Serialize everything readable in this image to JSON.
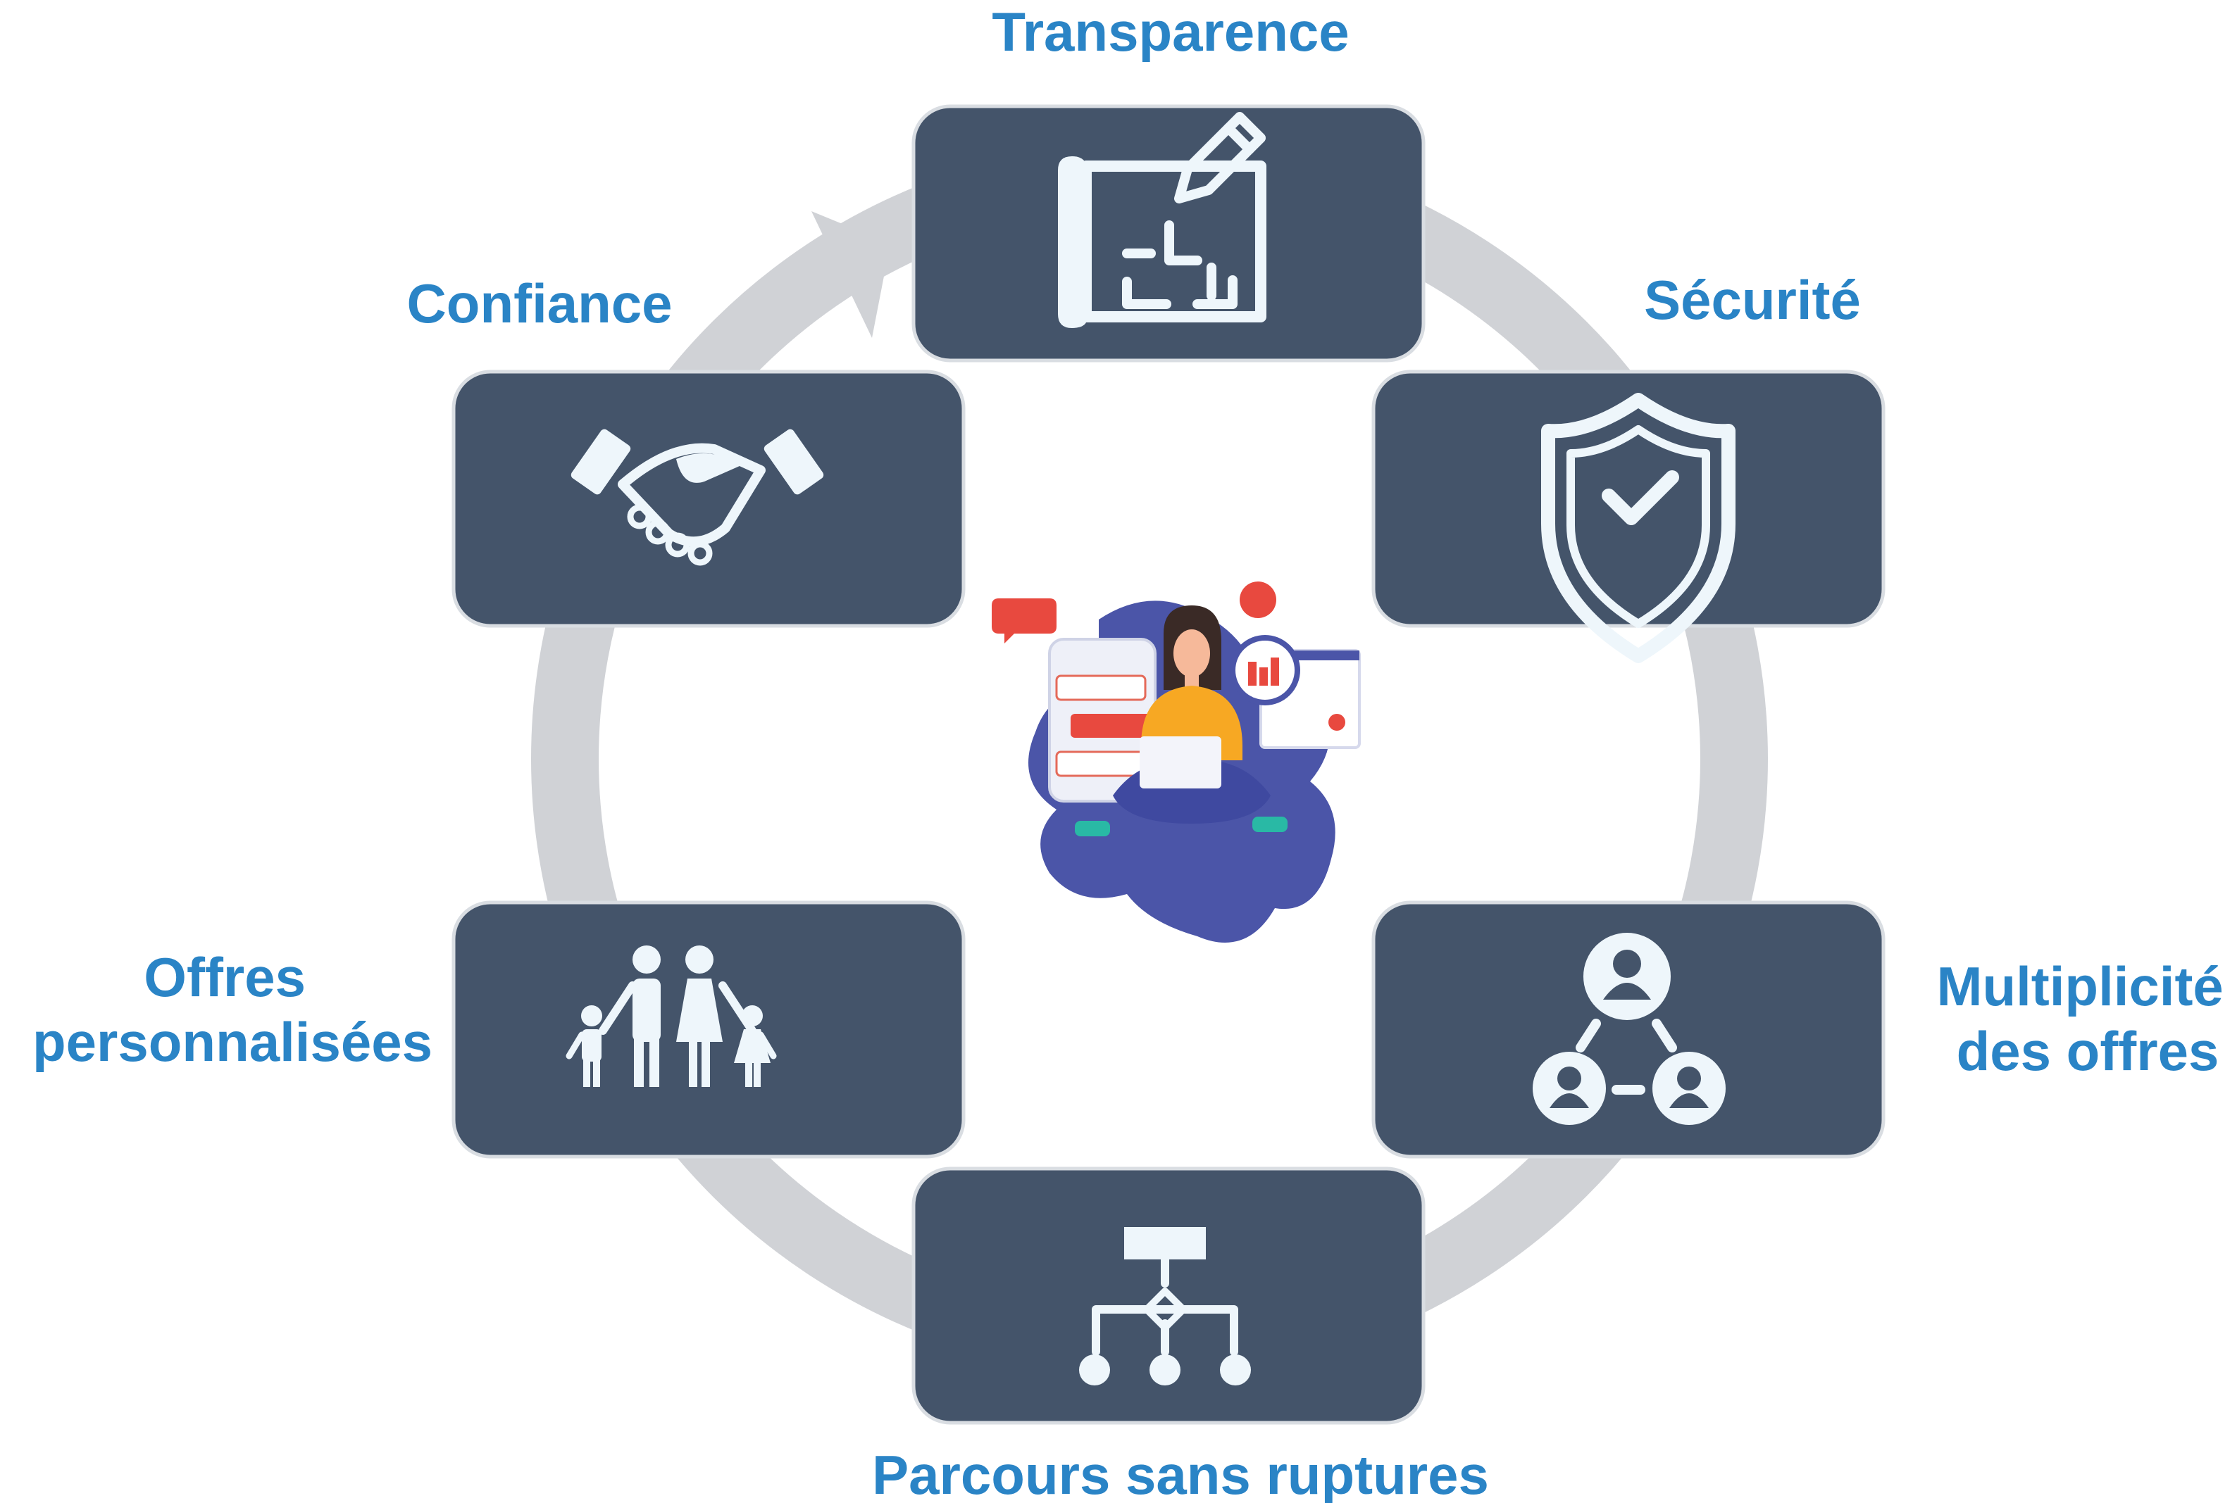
{
  "nodes": [
    {
      "id": "transparence",
      "label_lines": [
        "Transparence"
      ],
      "icon": "blueprint-pencil-icon"
    },
    {
      "id": "securite",
      "label_lines": [
        "Sécurité"
      ],
      "icon": "shield-check-icon"
    },
    {
      "id": "multiplicite",
      "label_lines": [
        "Multiplicité",
        "des offres"
      ],
      "icon": "user-network-icon"
    },
    {
      "id": "parcours",
      "label_lines": [
        "Parcours sans ruptures"
      ],
      "icon": "flowchart-icon"
    },
    {
      "id": "offres",
      "label_lines": [
        "Offres",
        "personnalisées"
      ],
      "icon": "family-icon"
    },
    {
      "id": "confiance",
      "label_lines": [
        "Confiance"
      ],
      "icon": "handshake-icon"
    }
  ],
  "center": {
    "icon": "woman-reviews-laptop-illustration"
  },
  "colors": {
    "label": "#2a84c6",
    "card": "#44546a",
    "ring": "#d0d2d6",
    "icon": "#eef6fb"
  }
}
